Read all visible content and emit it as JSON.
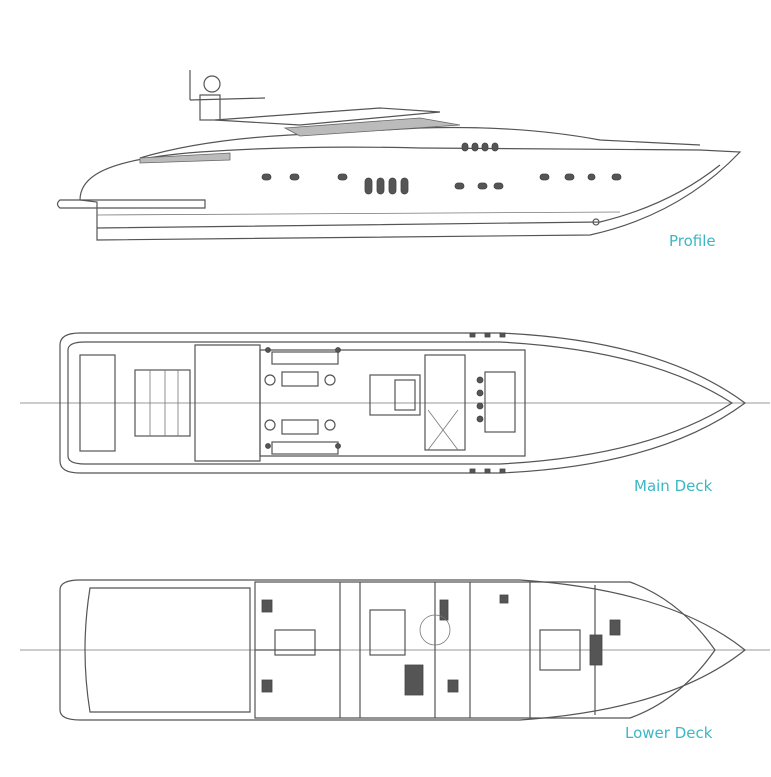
{
  "labels": {
    "profile": "Profile",
    "main_deck": "Main Deck",
    "lower_deck": "Lower Deck"
  },
  "colors": {
    "label": "#3bb8c4",
    "line": "#555555"
  }
}
